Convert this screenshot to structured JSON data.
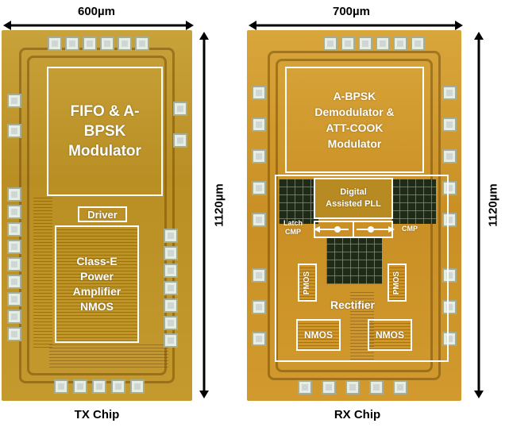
{
  "tx": {
    "width_label": "600µm",
    "height_label": "1120µm",
    "caption": "TX Chip",
    "blocks": {
      "modulator": "FIFO & A-\nBPSK\nModulator",
      "driver": "Driver",
      "pa": "Class-E\nPower\nAmplifier\nNMOS"
    }
  },
  "rx": {
    "width_label": "700µm",
    "height_label": "1120µm",
    "caption": "RX Chip",
    "blocks": {
      "demodulator": "A-BPSK\nDemodulator &\nATT-COOK\nModulator",
      "pll": "Digital\nAssisted PLL",
      "latch": "Latch\nCMP",
      "cmp": "CMP",
      "pmos_left": "PMOS",
      "pmos_right": "PMOS",
      "rectifier": "Rectifier",
      "nmos_left": "NMOS",
      "nmos_right": "NMOS"
    }
  },
  "colors": {
    "tx_die": "#c49a2e",
    "rx_die": "#d29a2e",
    "annotation": "#ffffff",
    "pad": "#cfd7d2"
  }
}
